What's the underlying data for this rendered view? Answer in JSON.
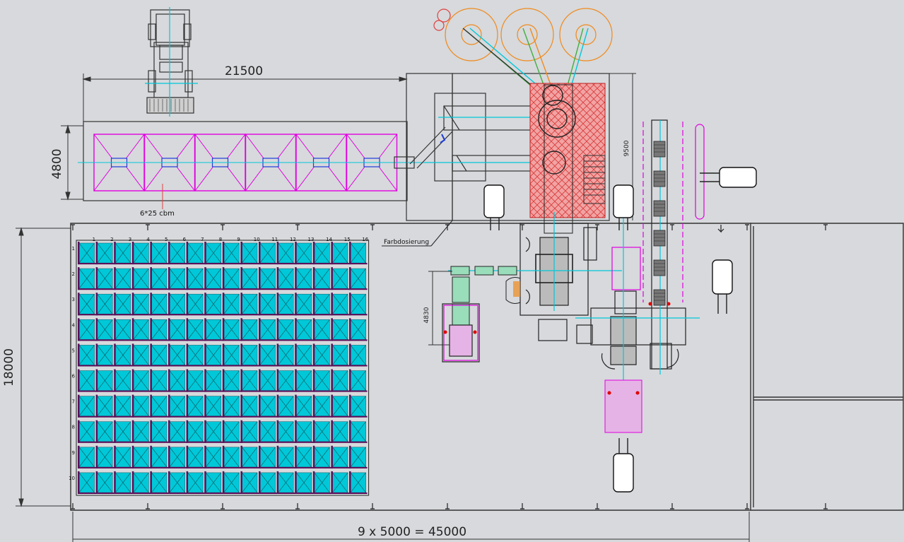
{
  "drawing": {
    "dim_width_top": "21500",
    "dim_height_left_top": "4800",
    "dim_height_right_top": "9500",
    "dim_height_hall": "18000",
    "dim_height_mid": "4830",
    "dim_bottom": "9 x 5000 = 45000",
    "silo_label": "6*25 cbm",
    "color_dosing_label": "Farbdosierung",
    "grid_columns": [
      "1",
      "2",
      "3",
      "4",
      "5",
      "6",
      "7",
      "8",
      "9",
      "10",
      "11",
      "12",
      "13",
      "14",
      "15",
      "16"
    ],
    "grid_rows": [
      "1",
      "2",
      "3",
      "4",
      "5",
      "6",
      "7",
      "8",
      "9",
      "10"
    ]
  },
  "colors": {
    "background": "#d7d9dc",
    "line": "#2b2b2b",
    "magenta": "#e000e0",
    "cyan": "#00c8d8",
    "orange": "#f08a1c",
    "red_hatch": "#e04040",
    "green": "#3fae3f"
  }
}
